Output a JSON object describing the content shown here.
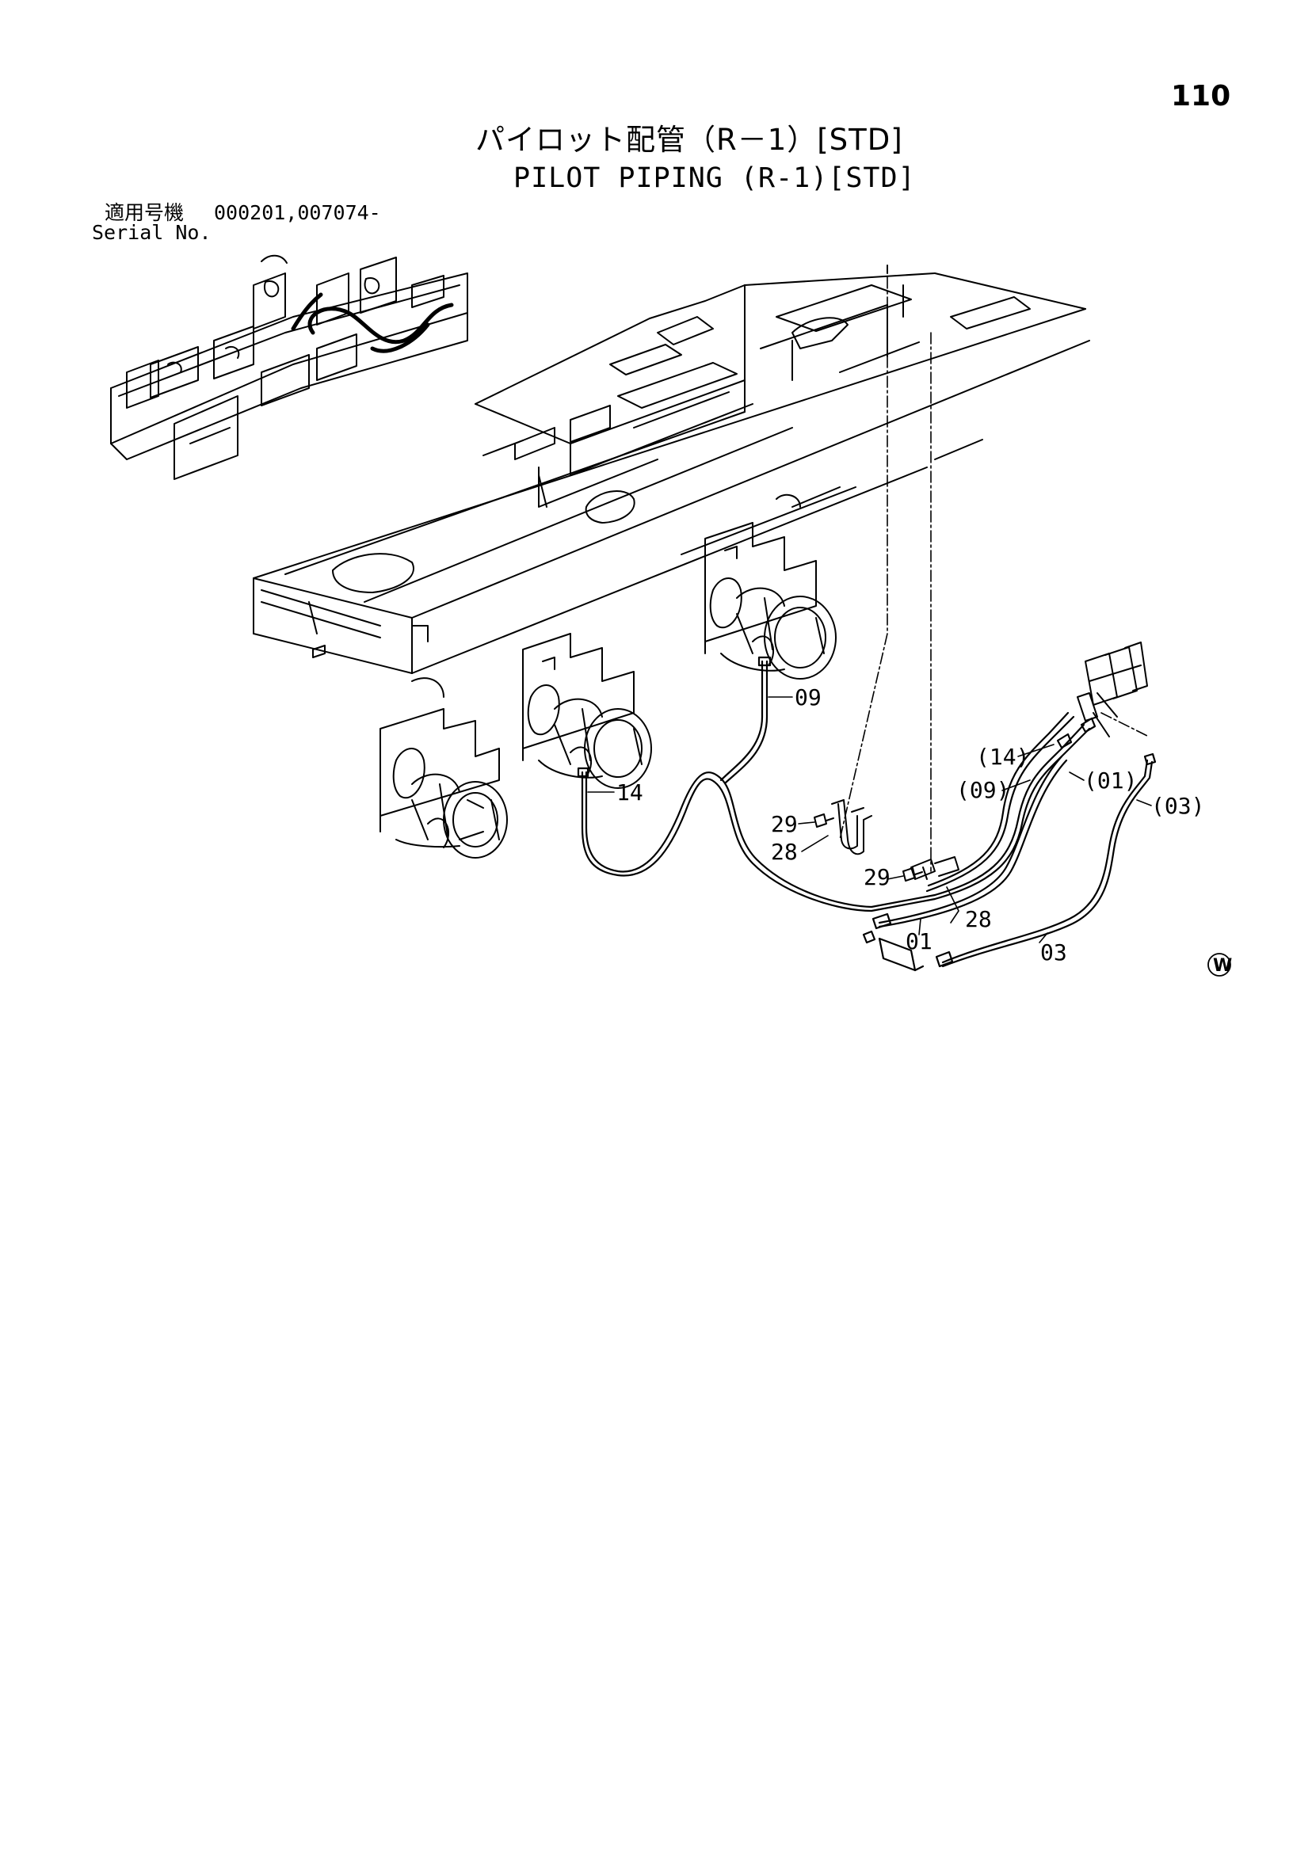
{
  "page": {
    "number": "110"
  },
  "title": {
    "japanese": "パイロット配管（R－1）[STD]",
    "english": "PILOT PIPING (R-1)[STD]"
  },
  "serial": {
    "label_ja": "適用号機",
    "label_en": "Serial No.",
    "value": "000201,007074-"
  },
  "callouts": {
    "p09": "09",
    "p14": "14",
    "p29a": "29",
    "p28a": "28",
    "p29b": "29",
    "p28b": "28",
    "p01": "01",
    "p03": "03",
    "p14ref": "(14)",
    "p09ref": "(09)",
    "p01ref": "(01)",
    "p03ref": "(03)"
  },
  "marks": {
    "w": "W"
  },
  "icons": [
    "w-circle-mark"
  ]
}
